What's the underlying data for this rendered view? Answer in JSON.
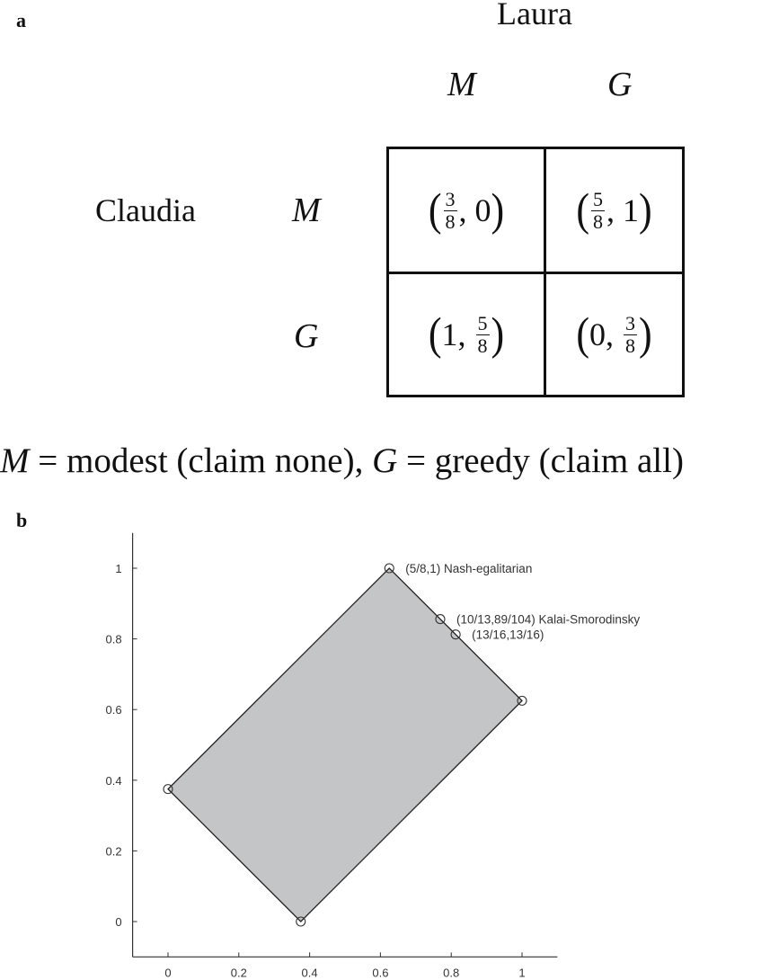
{
  "panel_a": {
    "label": "a",
    "column_player": "Laura",
    "row_player": "Claudia",
    "col_strategies": [
      "M",
      "G"
    ],
    "row_strategies": [
      "M",
      "G"
    ],
    "payoffs": {
      "MM": {
        "a_num": "3",
        "a_den": "8",
        "b": "0"
      },
      "MG": {
        "a_num": "5",
        "a_den": "8",
        "b": "1"
      },
      "GM": {
        "a": "1",
        "b_num": "5",
        "b_den": "8"
      },
      "GG": {
        "a": "0",
        "b_num": "3",
        "b_den": "8"
      }
    },
    "caption": {
      "m_symbol": "M",
      "m_text": " = modest (claim none), ",
      "g_symbol": "G",
      "g_text": " = greedy (claim all)"
    }
  },
  "panel_b": {
    "label": "b"
  },
  "chart_data": {
    "type": "scatter",
    "xlim": [
      -0.1,
      1.1
    ],
    "ylim": [
      -0.1,
      1.1
    ],
    "xticks": [
      0,
      0.2,
      0.4,
      0.6,
      0.8,
      1
    ],
    "yticks": [
      0,
      0.2,
      0.4,
      0.6,
      0.8,
      1
    ],
    "xtick_labels": [
      "0",
      "0.2",
      "0.4",
      "0.6",
      "0.8",
      "1"
    ],
    "ytick_labels": [
      "0",
      "0.2",
      "0.4",
      "0.6",
      "0.8",
      "1"
    ],
    "region": {
      "vertices": [
        [
          0.375,
          0
        ],
        [
          1,
          0.625
        ],
        [
          0.625,
          1
        ],
        [
          0,
          0.375
        ]
      ],
      "fill": "#c4c5c7",
      "stroke": "#222222"
    },
    "points": [
      {
        "x": 0.375,
        "y": 0,
        "label": ""
      },
      {
        "x": 1,
        "y": 0.625,
        "label": ""
      },
      {
        "x": 0.625,
        "y": 1,
        "label": "(5/8,1)  Nash-egalitarian"
      },
      {
        "x": 0,
        "y": 0.375,
        "label": ""
      },
      {
        "x": 0.769,
        "y": 0.856,
        "label": "(10/13,89/104)  Kalai-Smorodinsky"
      },
      {
        "x": 0.8125,
        "y": 0.8125,
        "label": "(13/16,13/16)"
      }
    ],
    "grid": false
  }
}
